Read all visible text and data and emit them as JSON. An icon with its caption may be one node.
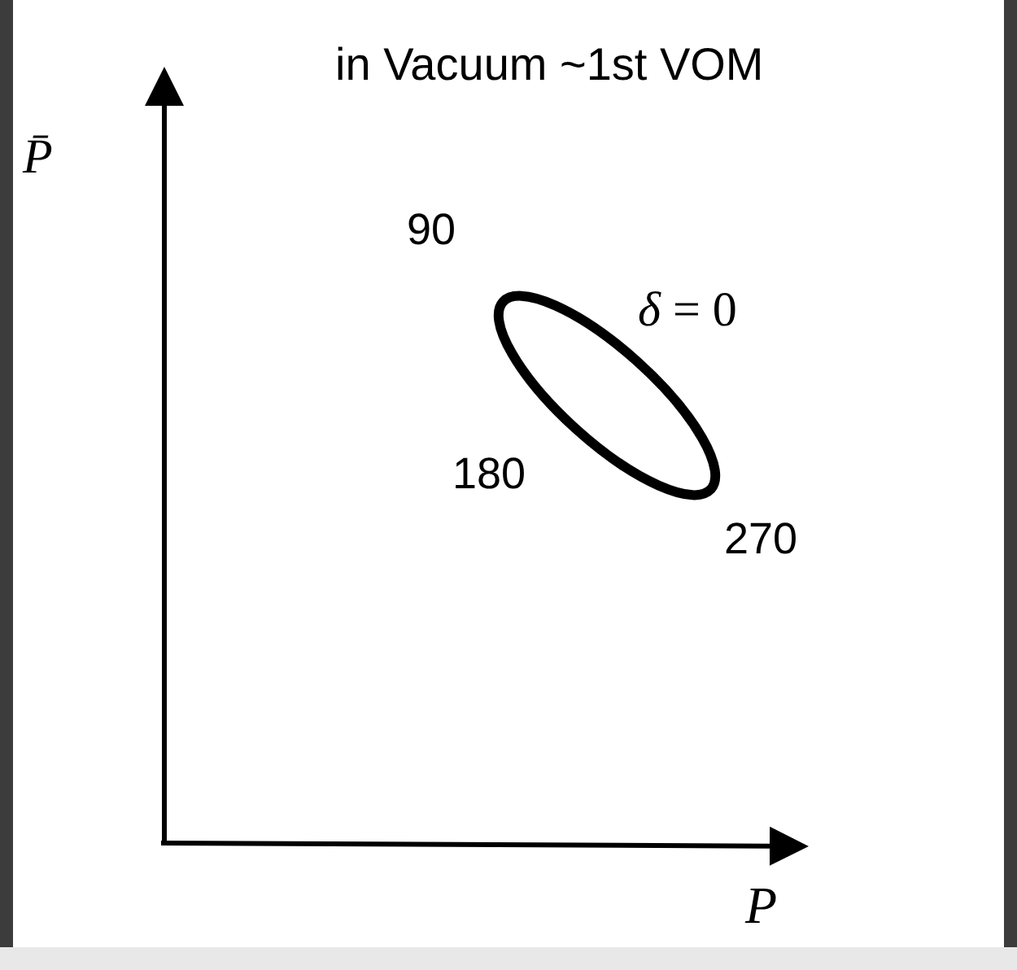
{
  "diagram": {
    "title": "in Vacuum ~1st VOM",
    "nodes": [
      {
        "text": [],
        "shape": "ellipse"
      }
    ],
    "labels": [
      "P̄",
      "90",
      "*δ* = 0",
      "180",
      "270",
      "P"
    ]
  }
}
